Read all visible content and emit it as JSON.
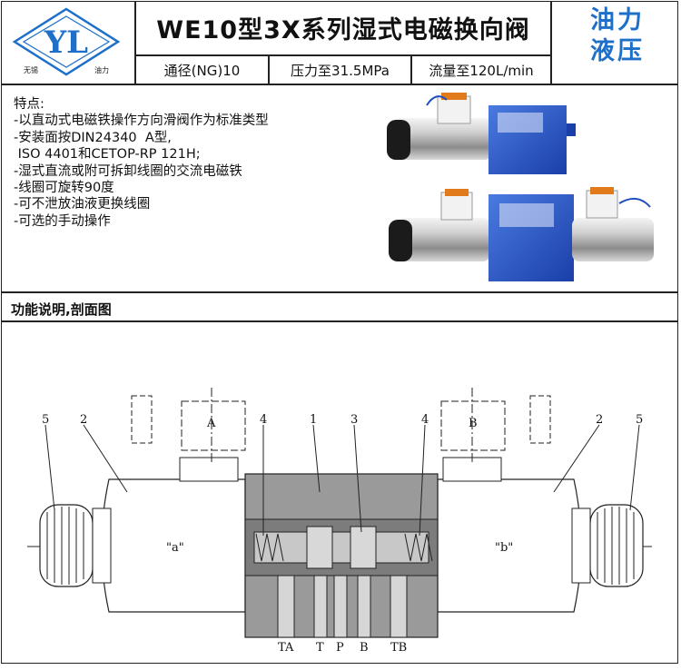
{
  "header": {
    "logo_text": "YL",
    "logo_left": "无锡",
    "logo_right": "油力",
    "title": "WE10型3X系列湿式电磁换向阀",
    "brand_line1": "油力",
    "brand_line2": "液压"
  },
  "specs": {
    "bore": "通径(NG)10",
    "pressure": "压力至31.5MPa",
    "flow": "流量至120L/min"
  },
  "features": {
    "heading": "特点:",
    "items": [
      "-以直动式电磁铁操作方向滑阀作为标准类型",
      "-安装面按DIN24340  A型,",
      " ISO 4401和CETOP-RP 121H;",
      "-湿式直流或附可拆卸线圈的交流电磁铁",
      "-线圈可旋转90度",
      "-可不泄放油液更换线圈",
      "-可选的手动操作"
    ]
  },
  "section": {
    "title": "功能说明,剖面图"
  },
  "diagram": {
    "callouts": [
      "5",
      "2",
      "4",
      "1",
      "3",
      "4",
      "2",
      "5"
    ],
    "solenoid_a": "A",
    "solenoid_b": "B",
    "stroke_a": "\"a\"",
    "stroke_b": "\"b\"",
    "ports": [
      "TA",
      "T",
      "P",
      "B",
      "TB"
    ]
  }
}
